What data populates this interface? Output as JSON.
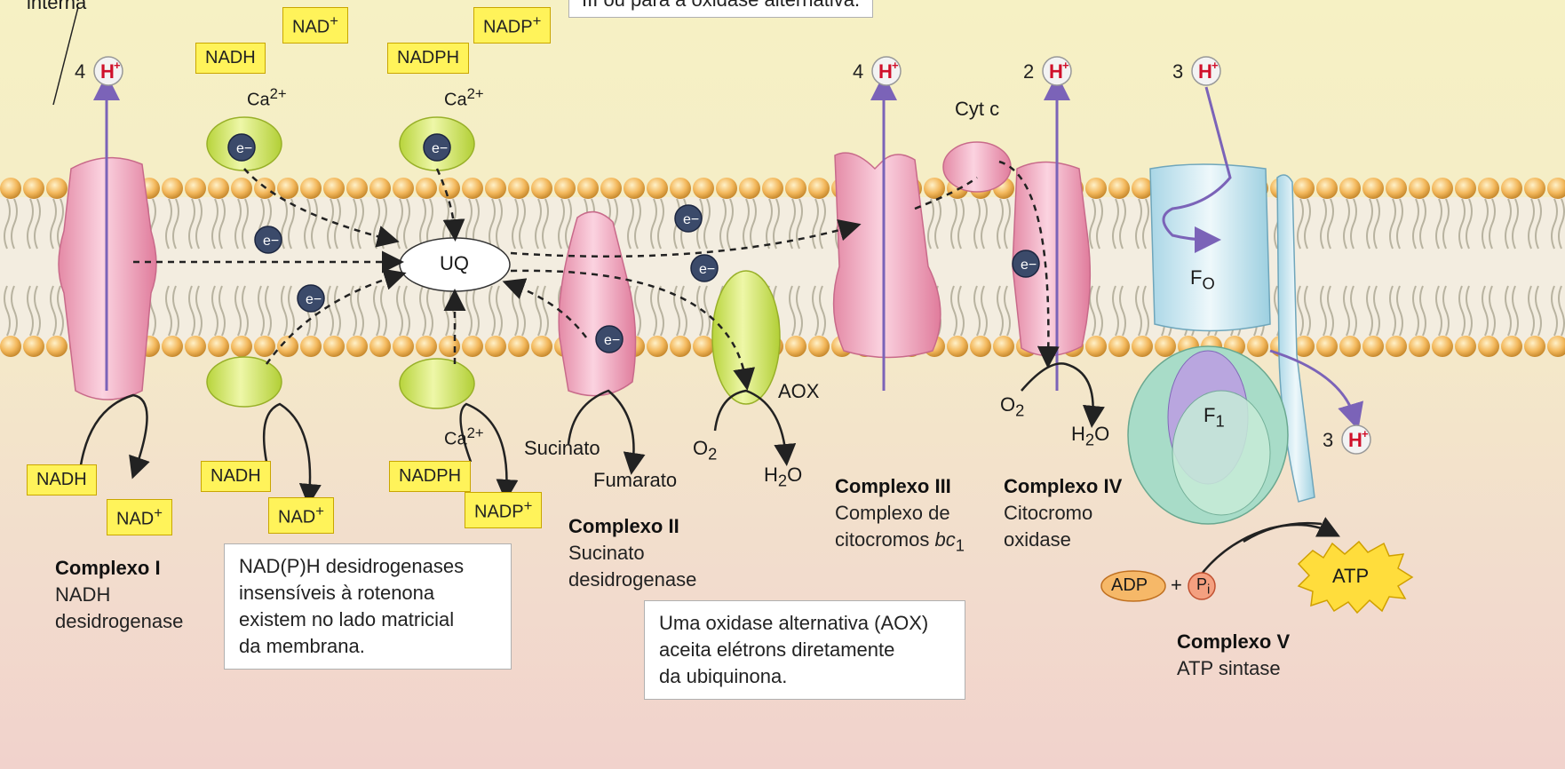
{
  "top_left_fragment": "interna",
  "top_note_fragment": "III ou para a oxidase alternativa.",
  "labels": {
    "nad_plus": "NAD",
    "nadp_plus": "NADP",
    "nadh": "NADH",
    "nadph": "NADPH",
    "plus_sup": "+",
    "ca": "Ca",
    "ca_sup": "2+",
    "e": "e",
    "e_sup": "−",
    "uq": "UQ",
    "aox": "AOX",
    "cyt_c": "Cyt c",
    "succinate": "Sucinato",
    "fumarate": "Fumarato",
    "o2": "O",
    "o2_sub": "2",
    "h2o_h": "H",
    "h2o_sub": "2",
    "h2o_o": "O",
    "fo": "F",
    "fo_sub": "O",
    "f1": "F",
    "f1_sub": "1",
    "adp": "ADP",
    "plus": "+",
    "pi": "P",
    "pi_sub": "i",
    "atp": "ATP"
  },
  "protons": [
    {
      "count": "4",
      "symbol": "H",
      "charge": "+"
    },
    {
      "count": "4",
      "symbol": "H",
      "charge": "+"
    },
    {
      "count": "2",
      "symbol": "H",
      "charge": "+"
    },
    {
      "count": "3",
      "symbol": "H",
      "charge": "+"
    },
    {
      "count": "3",
      "symbol": "H",
      "charge": "+"
    }
  ],
  "complexes": {
    "c1": {
      "title": "Complexo I",
      "sub": "NADH\ndesidrogenase"
    },
    "c2": {
      "title": "Complexo II",
      "sub": "Sucinato\ndesidrogenase"
    },
    "c3": {
      "title": "Complexo III",
      "sub_line1": "Complexo de",
      "sub_line2": "citocromos ",
      "sub_italic": "bc",
      "sub_subscript": "1"
    },
    "c4": {
      "title": "Complexo IV",
      "sub": "Citocromo\noxidase"
    },
    "c5": {
      "title": "Complexo V",
      "sub": "ATP sintase"
    }
  },
  "notes": {
    "rotenone": "NAD(P)H desidrogenases\ninsensíveis à rotenona\nexistem no lado matricial\nda membrana.",
    "aox": "Uma oxidase alternativa (AOX)\naceita elétrons diretamente\nda ubiquinona."
  },
  "colors": {
    "membrane_head": "#f2b860",
    "protein_pink": "#f0a8c0",
    "protein_green": "#d8ec70",
    "atp_blue": "#cfe8f0",
    "proton_arrow": "#7b63b8",
    "proton_red": "#d0102a"
  }
}
